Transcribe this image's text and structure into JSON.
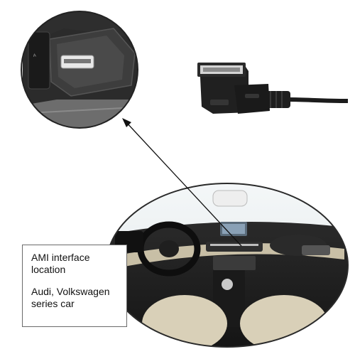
{
  "callout": {
    "line1": "AMI interface",
    "line2": "location",
    "line3": "Audi, Volkswagen",
    "line4": "series car"
  },
  "icons": {
    "zoom": "ami-port-closeup-icon",
    "connector": "ami-cable-connector-icon",
    "car": "car-interior-photo-icon",
    "pointer": "pointer-arrow-icon"
  },
  "colors": {
    "background": "#ffffff",
    "plastic": "#222222",
    "leather": "#d9d0b8",
    "text": "#111111"
  }
}
